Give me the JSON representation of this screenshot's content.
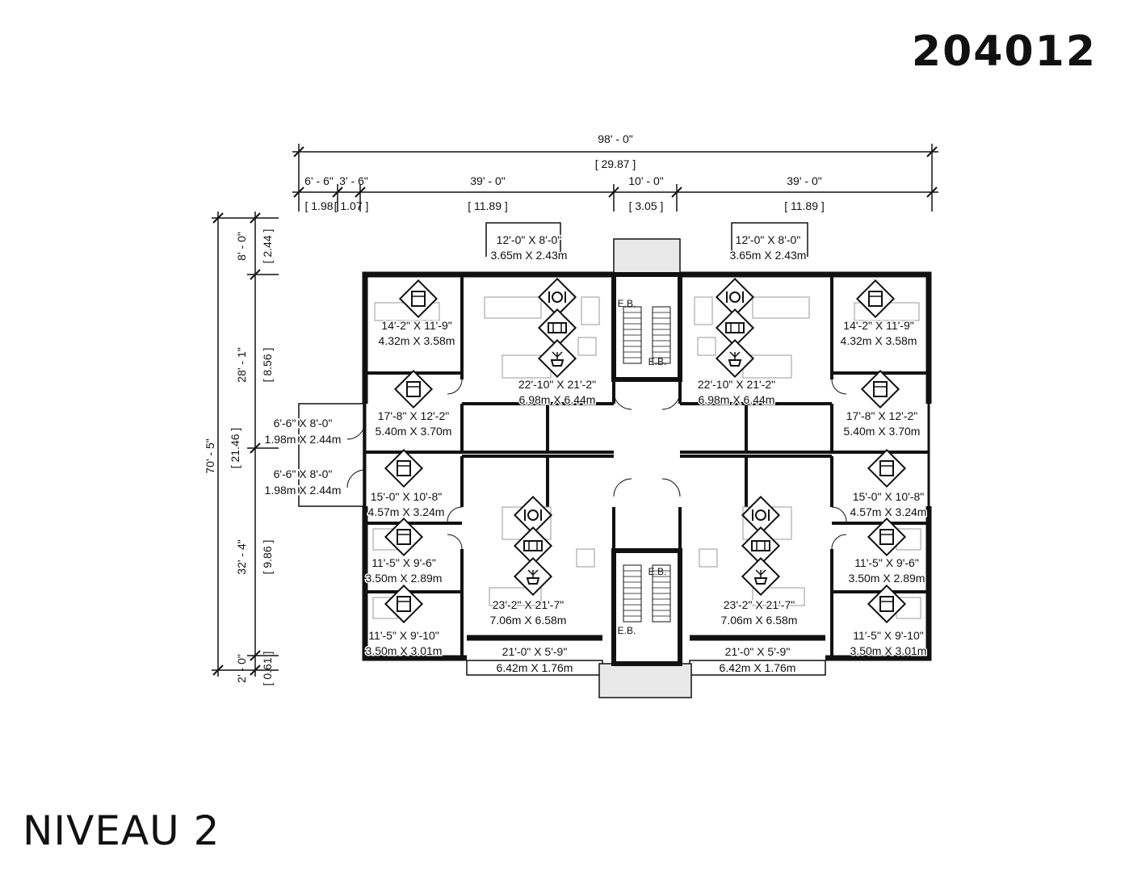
{
  "plan_number": "204012",
  "level_title": "NIVEAU 2",
  "dimensions": {
    "overall_width": {
      "imperial": "98' - 0\"",
      "metric": "[ 29.87 ]"
    },
    "segments": [
      {
        "imperial": "6' - 6\"",
        "metric": "[ 1.98"
      },
      {
        "imperial": "3' - 6\"",
        "metric": "[ 1.07 ]"
      },
      {
        "imperial": "39' - 0\"",
        "metric": "[ 11.89 ]"
      },
      {
        "imperial": "10' - 0\"",
        "metric": "[ 3.05 ]"
      },
      {
        "imperial": "39' - 0\"",
        "metric": "[ 11.89 ]"
      }
    ],
    "overall_depth": {
      "imperial": "70' - 5\"",
      "metric": "[ 21.46 ]"
    },
    "depth_segments": [
      {
        "imperial": "8' - 0\"",
        "metric": "[ 2.44 ]"
      },
      {
        "imperial": "28' - 1\"",
        "metric": "[ 8.56 ]"
      },
      {
        "imperial": "32' - 4\"",
        "metric": "[ 9.86 ]"
      },
      {
        "imperial": "2' - 0\"",
        "metric": "[ 0.61 ]"
      }
    ]
  },
  "rooms": [
    {
      "imperial": "12'-0\" X 8'-0\"",
      "metric": "3.65m X 2.43m"
    },
    {
      "imperial": "12'-0\" X 8'-0\"",
      "metric": "3.65m X 2.43m"
    },
    {
      "imperial": "14'-2\" X 11'-9\"",
      "metric": "4.32m X 3.58m"
    },
    {
      "imperial": "14'-2\" X 11'-9\"",
      "metric": "4.32m X 3.58m"
    },
    {
      "imperial": "22'-10\" X 21'-2\"",
      "metric": "6.98m X 6.44m"
    },
    {
      "imperial": "22'-10\" X 21'-2\"",
      "metric": "6.98m X 6.44m"
    },
    {
      "imperial": "17'-8\" X 12'-2\"",
      "metric": "5.40m X 3.70m"
    },
    {
      "imperial": "17'-8\" X 12'-2\"",
      "metric": "5.40m X 3.70m"
    },
    {
      "imperial": "6'-6\" X 8'-0\"",
      "metric": "1.98m X 2.44m"
    },
    {
      "imperial": "6'-6\" X 8'-0\"",
      "metric": "1.98m X 2.44m"
    },
    {
      "imperial": "15'-0\" X 10'-8\"",
      "metric": "4.57m X 3.24m"
    },
    {
      "imperial": "15'-0\" X 10'-8\"",
      "metric": "4.57m X 3.24m"
    },
    {
      "imperial": "11'-5\" X 9'-6\"",
      "metric": "3.50m X 2.89m"
    },
    {
      "imperial": "11'-5\" X 9'-6\"",
      "metric": "3.50m X 2.89m"
    },
    {
      "imperial": "23'-2\" X 21'-7\"",
      "metric": "7.06m X 6.58m"
    },
    {
      "imperial": "23'-2\" X 21'-7\"",
      "metric": "7.06m X 6.58m"
    },
    {
      "imperial": "11'-5\" X 9'-10\"",
      "metric": "3.50m X 3.01m"
    },
    {
      "imperial": "11'-5\" X 9'-10\"",
      "metric": "3.50m X 3.01m"
    },
    {
      "imperial": "21'-0\" X 5'-9\"",
      "metric": "6.42m X 1.76m"
    },
    {
      "imperial": "21'-0\" X 5'-9\"",
      "metric": "6.42m X 1.76m"
    }
  ],
  "eb_labels": [
    "E.B.",
    "E.B.",
    "E.B.",
    "E.B."
  ],
  "icons": [
    "bedroom-icon",
    "dining-icon",
    "sofa-icon",
    "plant-icon"
  ]
}
